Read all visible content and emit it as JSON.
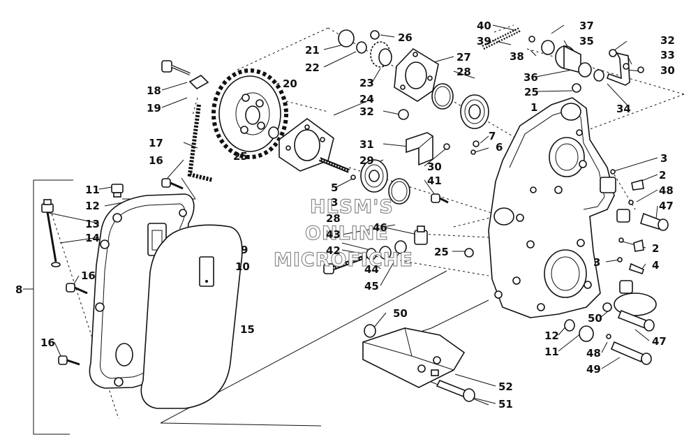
{
  "diagram": {
    "watermark": [
      "HLSM'S",
      "ONLINE",
      "MICROFICHE"
    ],
    "callouts": [
      "1",
      "2",
      "3",
      "4",
      "5",
      "6",
      "7",
      "8",
      "9",
      "10",
      "11",
      "12",
      "13",
      "14",
      "15",
      "16",
      "17",
      "18",
      "19",
      "20",
      "21",
      "22",
      "23",
      "24",
      "25",
      "26",
      "27",
      "28",
      "29",
      "30",
      "31",
      "32",
      "33",
      "34",
      "35",
      "36",
      "37",
      "38",
      "39",
      "40",
      "41",
      "42",
      "43",
      "44",
      "45",
      "46",
      "47",
      "48",
      "49",
      "50",
      "51",
      "52"
    ]
  }
}
